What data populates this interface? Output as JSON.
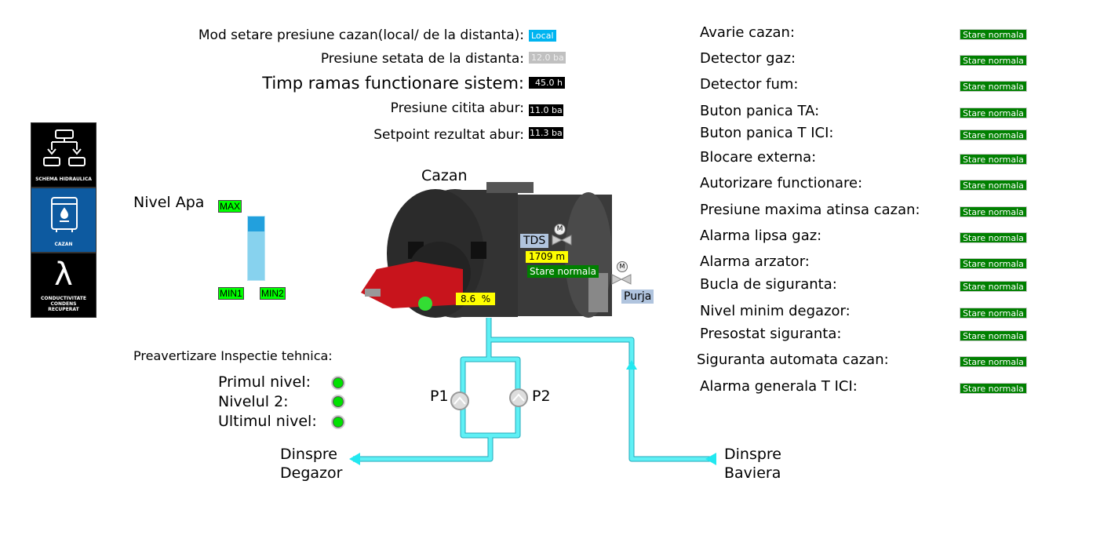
{
  "nav": [
    {
      "label": "SCHEMA HIDRAULICA",
      "icon": "flowchart-icon"
    },
    {
      "label": "CAZAN",
      "icon": "boiler-icon",
      "active": true
    },
    {
      "label": "CONDUCTIVITATE CONDENS RECUPERAT",
      "icon": "lambda-icon",
      "glyph": "λ"
    }
  ],
  "params": [
    {
      "label": "Mod setare presiune cazan(local/ de la distanta):",
      "value": "Local"
    },
    {
      "label": "Presiune setata de la distanta:",
      "value": "12.0 ba"
    },
    {
      "label": "Timp ramas functionare sistem:",
      "value": "45.0 h"
    },
    {
      "label": "Presiune citita abur:",
      "value": "11.0 ba"
    },
    {
      "label": "Setpoint rezultat abur:",
      "value": "11.3 ba"
    }
  ],
  "nivel": {
    "title": "Nivel Apa",
    "max": "MAX",
    "min1": "MIN1",
    "min2": "MIN2"
  },
  "boiler": {
    "title": "Cazan",
    "tds": "TDS",
    "tds_value": "1709 m",
    "tds_status": "Stare normala",
    "burner": "8.6  %",
    "purja": "Purja",
    "motor": "M"
  },
  "inspectie": {
    "title": "Preavertizare Inspectie tehnica:",
    "levels": [
      "Primul nivel:",
      "Nivelul 2:",
      "Ultimul nivel:"
    ]
  },
  "pumps": {
    "p1": "P1",
    "p2": "P2"
  },
  "flows": {
    "left": [
      "Dinspre",
      "Degazor"
    ],
    "right": [
      "Dinspre",
      "Baviera"
    ]
  },
  "alarms": [
    {
      "label": "Avarie cazan:",
      "status": "Stare normala"
    },
    {
      "label": "Detector gaz:",
      "status": "Stare normala"
    },
    {
      "label": "Detector fum:",
      "status": "Stare normala"
    },
    {
      "label": "Buton panica TA:",
      "status": "Stare normala"
    },
    {
      "label": "Buton panica T ICI:",
      "status": "Stare normala"
    },
    {
      "label": "Blocare externa:",
      "status": "Stare normala"
    },
    {
      "label": "Autorizare functionare:",
      "status": "Stare normala"
    },
    {
      "label": "Presiune maxima atinsa cazan:",
      "status": "Stare normala"
    },
    {
      "label": "Alarma lipsa gaz:",
      "status": "Stare normala"
    },
    {
      "label": "Alarma arzator:",
      "status": "Stare normala"
    },
    {
      "label": "Bucla de siguranta:",
      "status": "Stare normala"
    },
    {
      "label": "Nivel minim degazor:",
      "status": "Stare normala"
    },
    {
      "label": "Presostat siguranta:",
      "status": "Stare normala"
    },
    {
      "label": "Siguranta automata cazan:",
      "status": "Stare normala"
    },
    {
      "label": "Alarma generala T ICI:",
      "status": "Stare normala"
    }
  ]
}
